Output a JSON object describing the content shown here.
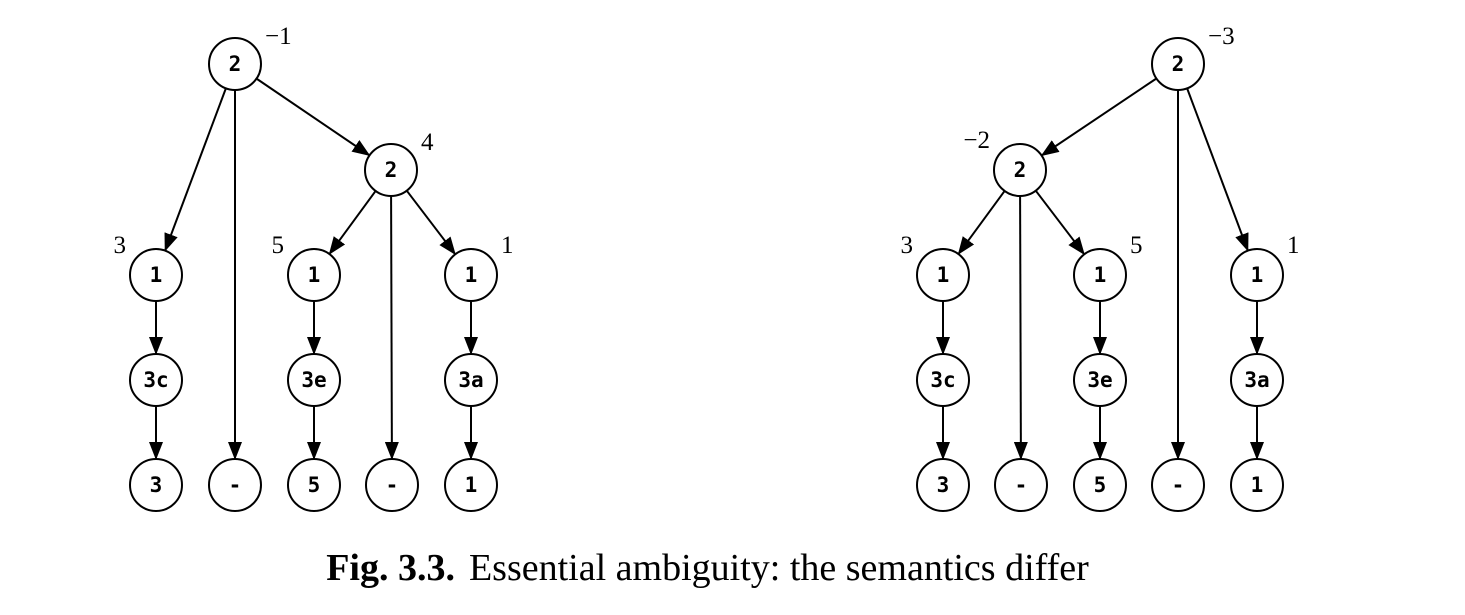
{
  "caption": {
    "label": "Fig. 3.3.",
    "text": "Essential ambiguity: the semantics differ"
  },
  "trees": [
    {
      "nodes": [
        {
          "id": "root",
          "label": "2",
          "value": "−1"
        },
        {
          "id": "inner",
          "label": "2",
          "value": "4"
        },
        {
          "id": "a1",
          "label": "1",
          "value": "3"
        },
        {
          "id": "b1",
          "label": "1",
          "value": "5"
        },
        {
          "id": "c1",
          "label": "1",
          "value": "1"
        },
        {
          "id": "a2",
          "label": "3c"
        },
        {
          "id": "b2",
          "label": "3e"
        },
        {
          "id": "c2",
          "label": "3a"
        },
        {
          "id": "a3",
          "label": "3"
        },
        {
          "id": "d1",
          "label": "-"
        },
        {
          "id": "b3",
          "label": "5"
        },
        {
          "id": "d2",
          "label": "-"
        },
        {
          "id": "c3",
          "label": "1"
        }
      ],
      "edges": [
        [
          "root",
          "a1"
        ],
        [
          "root",
          "d1"
        ],
        [
          "root",
          "inner"
        ],
        [
          "inner",
          "b1"
        ],
        [
          "inner",
          "d2"
        ],
        [
          "inner",
          "c1"
        ],
        [
          "a1",
          "a2"
        ],
        [
          "a2",
          "a3"
        ],
        [
          "b1",
          "b2"
        ],
        [
          "b2",
          "b3"
        ],
        [
          "c1",
          "c2"
        ],
        [
          "c2",
          "c3"
        ]
      ]
    },
    {
      "nodes": [
        {
          "id": "root",
          "label": "2",
          "value": "−3"
        },
        {
          "id": "inner",
          "label": "2",
          "value": "−2"
        },
        {
          "id": "a1",
          "label": "1",
          "value": "3"
        },
        {
          "id": "b1",
          "label": "1",
          "value": "5"
        },
        {
          "id": "c1",
          "label": "1",
          "value": "1"
        },
        {
          "id": "a2",
          "label": "3c"
        },
        {
          "id": "b2",
          "label": "3e"
        },
        {
          "id": "c2",
          "label": "3a"
        },
        {
          "id": "a3",
          "label": "3"
        },
        {
          "id": "d1",
          "label": "-"
        },
        {
          "id": "b3",
          "label": "5"
        },
        {
          "id": "d2",
          "label": "-"
        },
        {
          "id": "c3",
          "label": "1"
        }
      ],
      "edges": [
        [
          "root",
          "inner"
        ],
        [
          "root",
          "d2"
        ],
        [
          "root",
          "c1"
        ],
        [
          "inner",
          "a1"
        ],
        [
          "inner",
          "d1"
        ],
        [
          "inner",
          "b1"
        ],
        [
          "a1",
          "a2"
        ],
        [
          "a2",
          "a3"
        ],
        [
          "b1",
          "b2"
        ],
        [
          "b2",
          "b3"
        ],
        [
          "c1",
          "c2"
        ],
        [
          "c2",
          "c3"
        ]
      ]
    }
  ]
}
